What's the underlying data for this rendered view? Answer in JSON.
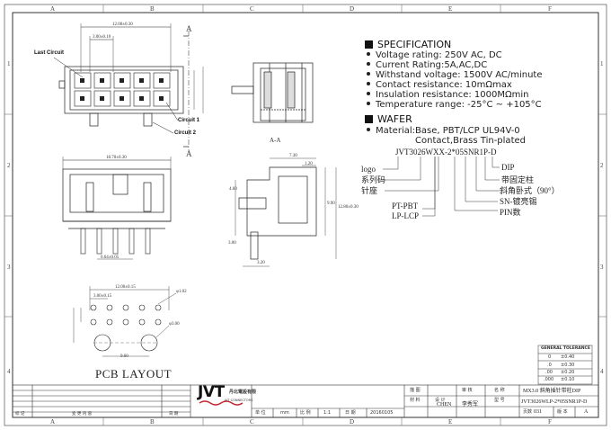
{
  "zones": {
    "top": [
      "A",
      "B",
      "C",
      "D",
      "E",
      "F"
    ],
    "bottom": [
      "A",
      "B",
      "C",
      "D",
      "E",
      "F"
    ],
    "left": [
      "1",
      "2",
      "3",
      "4"
    ],
    "right": [
      "1",
      "2",
      "3",
      "4"
    ]
  },
  "top_view": {
    "last_circuit": "Last Circuit",
    "circuit1": "Circuit 1",
    "circuit2": "Circuit 2",
    "dim_overall": "12.00±0.30",
    "dim_pitch": "3.00±0.10",
    "section_marker": "A",
    "section_marker_bottom": "A"
  },
  "section_view": {
    "label": "A-A"
  },
  "front_view": {
    "dim_width": "18.70±0.30",
    "dim_pin": "0.64±0.05"
  },
  "side_view": {
    "dim_top": "7.30",
    "dim_1": "1.20",
    "dim_2": "4.60",
    "dim_3": "9.90",
    "dim_4": "12.80±0.30",
    "dim_5": "3.00",
    "dim_6": "3.20"
  },
  "specification": {
    "heading": "SPECIFICATION",
    "items": [
      "Voltage rating: 250V AC, DC",
      "Current Rating:5A,AC,DC",
      "Withstand voltage: 1500V AC/minute",
      "Contact resistance: 10mΩmax",
      "Insulation resistance: 1000MΩmin",
      "Temperature range: -25°C ~ +105°C"
    ]
  },
  "wafer": {
    "heading": "WAFER",
    "material_line1": "Material:Base, PBT/LCP UL94V-0",
    "material_line2": "Contact,Brass Tin-plated"
  },
  "part_number": {
    "code": "JVT3026WXX-2*05SNR1P-D",
    "left_labels": [
      "logo",
      "系列码",
      "针座"
    ],
    "right_labels": [
      "DIP",
      "带固定柱",
      "斜角卧式（90°）",
      "SN-镀亮锡",
      "PIN数"
    ],
    "material_labels": [
      "PT-PBT",
      "LP-LCP"
    ]
  },
  "pcb": {
    "title": "PCB LAYOUT",
    "dim_overall": "12.00±0.15",
    "dim_pitch": "3.00±0.15",
    "dim_hole": "φ1.02",
    "dim_peg": "φ3.00",
    "dim_bottom": "9.60"
  },
  "tolerance": {
    "heading": "GENERAL TOLERANCE",
    "rows": [
      {
        "k": "0",
        "v": "±0.40"
      },
      {
        "k": ".0",
        "v": "±0.30"
      },
      {
        "k": ".00",
        "v": "±0.20"
      },
      {
        "k": ".000",
        "v": "±0.10"
      }
    ]
  },
  "title_block": {
    "company_cn": "丹北電設有限",
    "company_en": "JVT CONNECTORS",
    "logo": "JVT",
    "row1": [
      "描 图",
      "",
      "审 核",
      "",
      "名 称",
      "MX3.0 斜角插针带柱DIP"
    ],
    "label_material": "材 料",
    "label_drawn": "设 计",
    "drawn_by": "CHEN",
    "checked_by": "李秀军",
    "label_model": "型 号",
    "model": "JVT3026WLP-2*05SNR1P-D",
    "label_unit": "单 位",
    "unit": "mm",
    "label_scale": "比 例",
    "scale": "1:1",
    "label_date": "日 期",
    "date": "20160105",
    "label_sheet": "页数",
    "sheet_no": "031",
    "label_version": "版 本",
    "version": "A",
    "rev_label": "变 更 内 容",
    "rev_date": "日 期",
    "rev_mark": "标 记"
  }
}
